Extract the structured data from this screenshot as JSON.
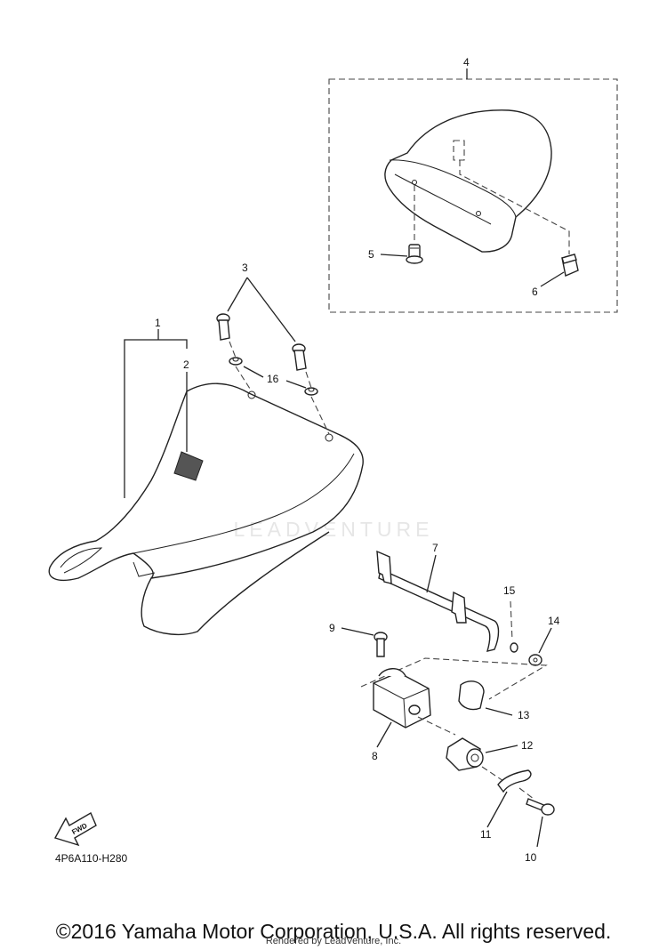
{
  "watermark": "LEADVENTURE",
  "diagram_code": "4P6A110-H280",
  "fwd_label": "FWD",
  "copyright": "©2016 Yamaha Motor Corporation, U.S.A. All rights reserved.",
  "rendered_by": "Rendered by LeadVenture, Inc.",
  "callouts": {
    "c1": "1",
    "c2": "2",
    "c3": "3",
    "c4": "4",
    "c5": "5",
    "c6": "6",
    "c7": "7",
    "c8": "8",
    "c9": "9",
    "c10": "10",
    "c11": "11",
    "c12": "12",
    "c13": "13",
    "c14": "14",
    "c15": "15",
    "c16": "16"
  }
}
